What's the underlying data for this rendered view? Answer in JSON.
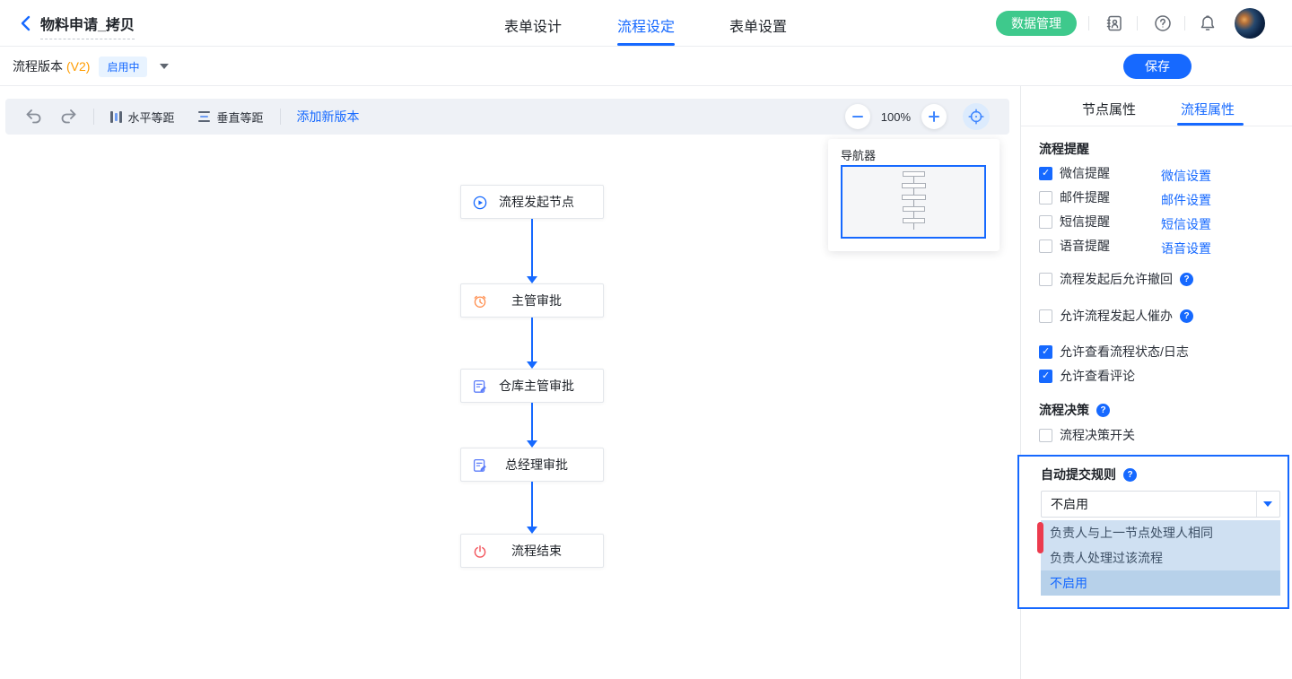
{
  "header": {
    "title": "物料申请_拷贝",
    "tabs": [
      "表单设计",
      "流程设定",
      "表单设置"
    ],
    "data_manage": "数据管理"
  },
  "subheader": {
    "version_label": "流程版本",
    "version_tag": "(V2)",
    "status": "启用中",
    "save": "保存"
  },
  "toolbar": {
    "horizontal_equal": "水平等距",
    "vertical_equal": "垂直等距",
    "add_version": "添加新版本",
    "zoom": "100%"
  },
  "navigator": {
    "title": "导航器"
  },
  "flow": {
    "nodes": [
      {
        "label": "流程发起节点",
        "icon": "play-circle-icon"
      },
      {
        "label": "主管审批",
        "icon": "alarm-clock-icon"
      },
      {
        "label": "仓库主管审批",
        "icon": "form-edit-icon"
      },
      {
        "label": "总经理审批",
        "icon": "form-edit-icon"
      },
      {
        "label": "流程结束",
        "icon": "power-icon"
      }
    ]
  },
  "panel": {
    "tabs": [
      "节点属性",
      "流程属性"
    ],
    "remind_title": "流程提醒",
    "reminders": [
      {
        "label": "微信提醒",
        "link": "微信设置",
        "checked": true
      },
      {
        "label": "邮件提醒",
        "link": "邮件设置",
        "checked": false
      },
      {
        "label": "短信提醒",
        "link": "短信设置",
        "checked": false
      },
      {
        "label": "语音提醒",
        "link": "语音设置",
        "checked": false
      }
    ],
    "toggles": [
      {
        "label": "流程发起后允许撤回",
        "checked": false,
        "help": true
      },
      {
        "label": "允许流程发起人催办",
        "checked": false,
        "help": true
      },
      {
        "label": "允许查看流程状态/日志",
        "checked": true,
        "help": false
      },
      {
        "label": "允许查看评论",
        "checked": true,
        "help": false
      }
    ],
    "decision_title": "流程决策",
    "decision_switch": "流程决策开关",
    "auto_submit": {
      "title": "自动提交规则",
      "value": "不启用",
      "options": [
        "负责人与上一节点处理人相同",
        "负责人处理过该流程",
        "不启用"
      ],
      "selected_index": 2
    }
  },
  "colors": {
    "primary_blue": "#1669ff",
    "green": "#3ec98c",
    "orange": "#ff9c00",
    "status_badge_bg": "#e8f3ff",
    "clock_orange": "#ff8e4f",
    "doc_blue": "#5b7cfa",
    "power_red": "#f2535b",
    "red_marker": "#ec3b4e",
    "dropdown_bg": "#cfe0f2",
    "dropdown_selected_bg": "#b7d1ea"
  }
}
